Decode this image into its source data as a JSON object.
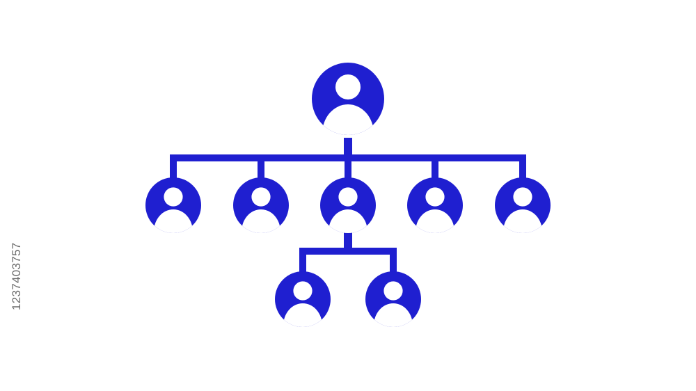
{
  "diagram": {
    "accent_color": "#1f1fd0",
    "background_color": "#ffffff",
    "node_icon": "person-icon",
    "levels": [
      {
        "level": 0,
        "node_count": 1
      },
      {
        "level": 1,
        "node_count": 5
      },
      {
        "level": 2,
        "node_count": 2,
        "parent": "level-1-node-3"
      }
    ]
  },
  "side_text": {
    "image_id": "1237403757"
  }
}
